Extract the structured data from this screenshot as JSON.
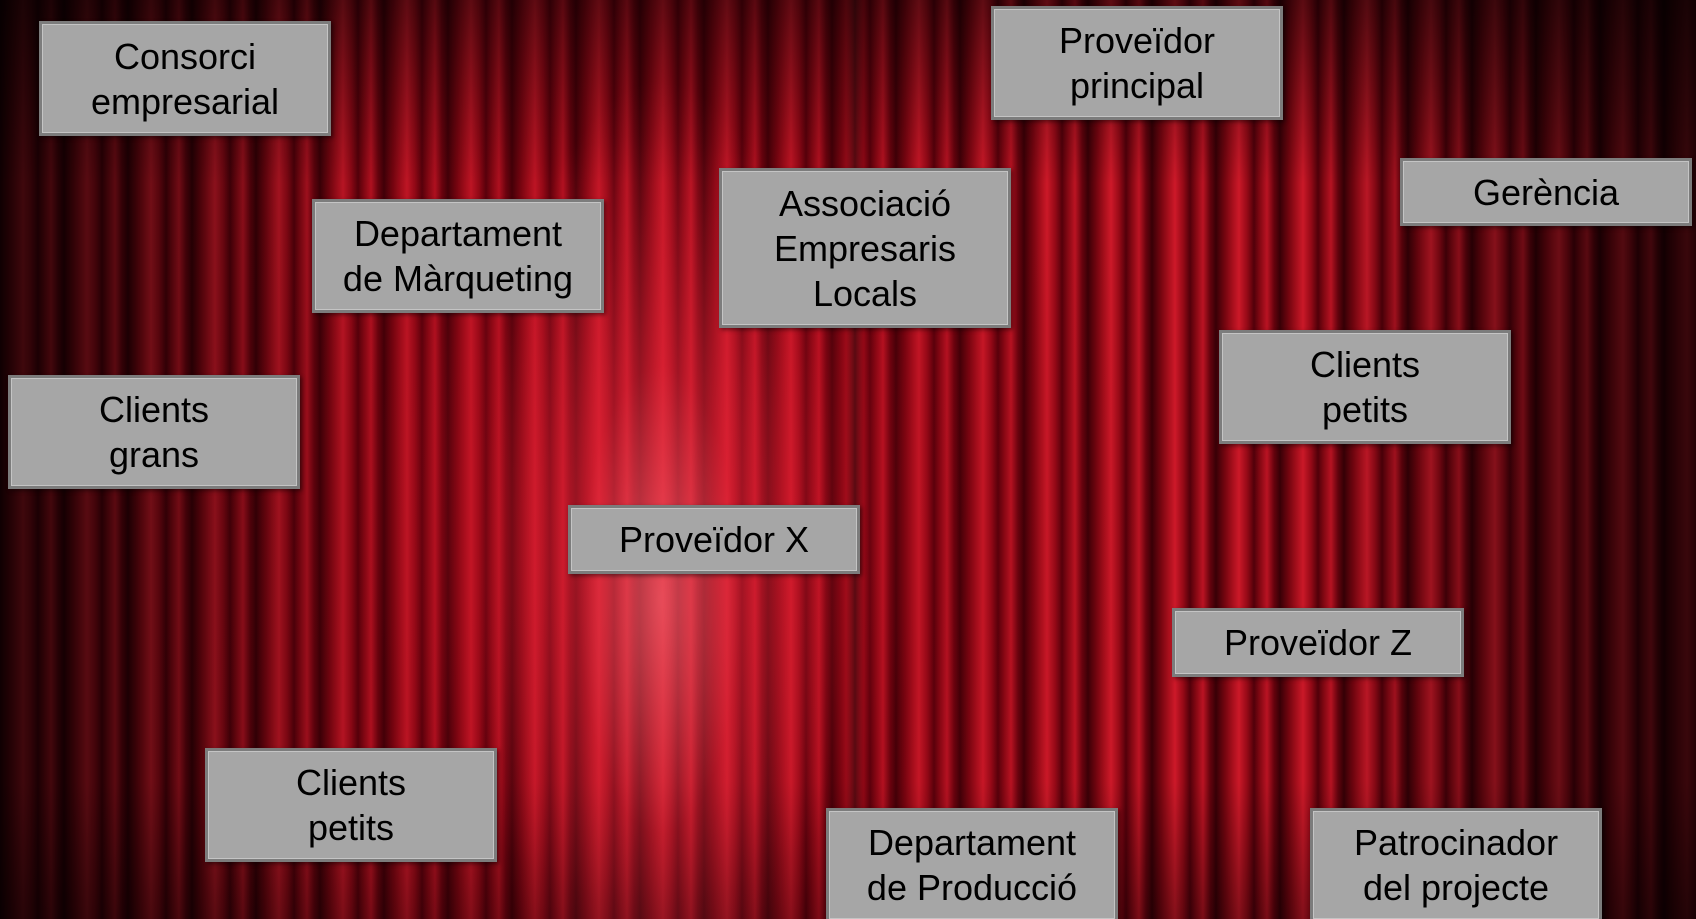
{
  "cards": [
    {
      "id": "consorci",
      "label": "Consorci\nempresarial"
    },
    {
      "id": "proveidor-principal",
      "label": "Proveïdor\nprincipal"
    },
    {
      "id": "gerencia",
      "label": "Gerència"
    },
    {
      "id": "departament-marqueting",
      "label": "Departament\nde Màrqueting"
    },
    {
      "id": "associacio",
      "label": "Associació\nEmpresaris\nLocals"
    },
    {
      "id": "clients-grans",
      "label": "Clients\ngrans"
    },
    {
      "id": "clients-petits-right",
      "label": "Clients\npetits"
    },
    {
      "id": "proveidor-x",
      "label": "Proveïdor X"
    },
    {
      "id": "proveidor-z",
      "label": "Proveïdor Z"
    },
    {
      "id": "clients-petits-left",
      "label": "Clients\npetits"
    },
    {
      "id": "departament-produccio",
      "label": "Departament\nde Producció"
    },
    {
      "id": "patrocinador",
      "label": "Patrocinador\ndel projecte"
    }
  ],
  "colors": {
    "card_fill": "#a6a6a6",
    "card_border": "#7c7c7c",
    "background_curtain": "#b0101e"
  }
}
